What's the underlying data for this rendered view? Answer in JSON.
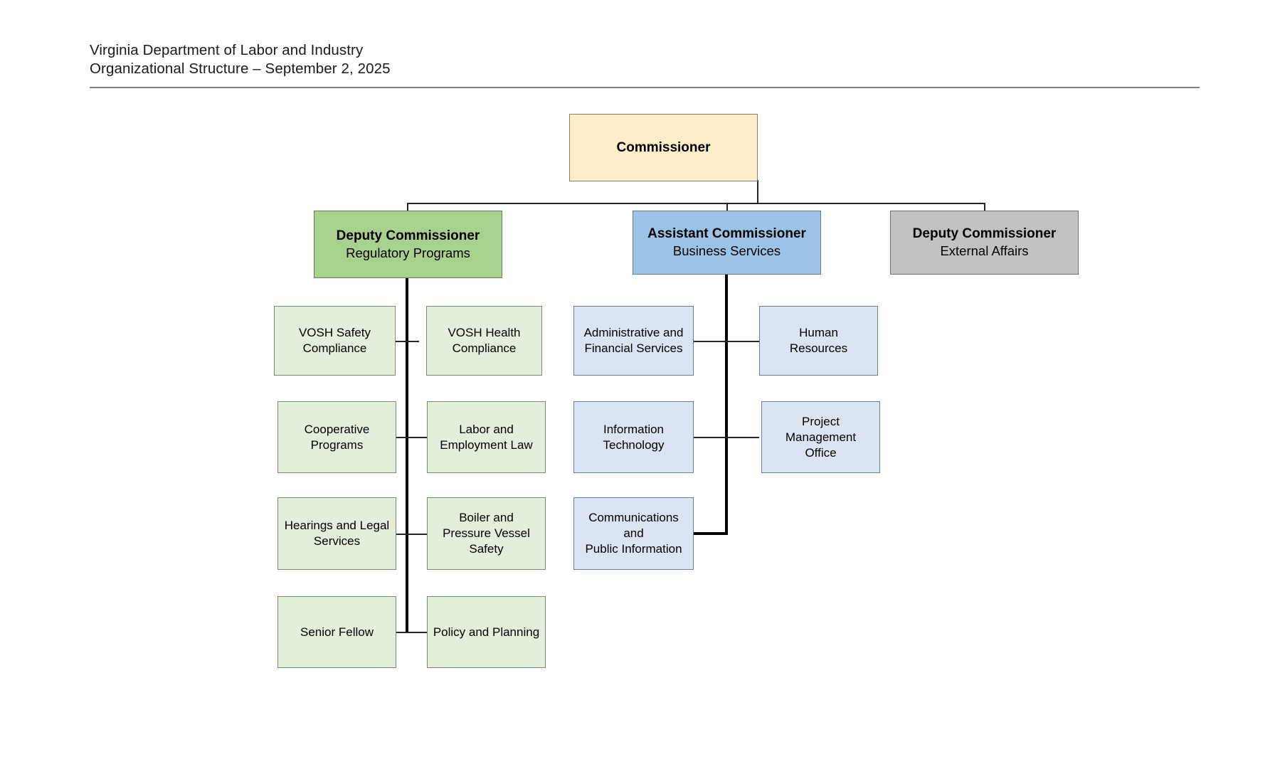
{
  "header": {
    "line1": "Virginia Department of Labor and Industry",
    "line2": "Organizational Structure – September 2, 2025"
  },
  "colors": {
    "commissioner": "#fdedc9",
    "regulatory": "#a9d18e",
    "business": "#9cc3e5",
    "external": "#c2c2c2",
    "regulatory_child": "#e3efda",
    "business_child": "#dae4f2",
    "connector": "#000000",
    "rule": "#808080"
  },
  "chart_data": {
    "type": "diagram",
    "title": "Virginia Department of Labor and Industry Organizational Structure",
    "root": "Commissioner",
    "nodes": [
      {
        "id": "commissioner",
        "title": "Commissioner",
        "subtitle": "",
        "level": 0,
        "color": "#fdedc9"
      },
      {
        "id": "regulatory",
        "title": "Deputy Commissioner",
        "subtitle": "Regulatory Programs",
        "level": 1,
        "color": "#a9d18e",
        "parent": "commissioner"
      },
      {
        "id": "business",
        "title": "Assistant Commissioner",
        "subtitle": "Business Services",
        "level": 1,
        "color": "#9cc3e5",
        "parent": "commissioner"
      },
      {
        "id": "external",
        "title": "Deputy Commissioner",
        "subtitle": "External Affairs",
        "level": 1,
        "color": "#c2c2c2",
        "parent": "commissioner"
      },
      {
        "id": "vosh-safety",
        "title": "VOSH Safety Compliance",
        "level": 2,
        "color": "#e3efda",
        "parent": "regulatory"
      },
      {
        "id": "vosh-health",
        "title": "VOSH Health Compliance",
        "level": 2,
        "color": "#e3efda",
        "parent": "regulatory"
      },
      {
        "id": "cooperative",
        "title": "Cooperative Programs",
        "level": 2,
        "color": "#e3efda",
        "parent": "regulatory"
      },
      {
        "id": "labor-law",
        "title": "Labor and Employment Law",
        "level": 2,
        "color": "#e3efda",
        "parent": "regulatory"
      },
      {
        "id": "hearings",
        "title": "Hearings and Legal Services",
        "level": 2,
        "color": "#e3efda",
        "parent": "regulatory"
      },
      {
        "id": "boiler",
        "title": "Boiler and Pressure Vessel Safety",
        "level": 2,
        "color": "#e3efda",
        "parent": "regulatory"
      },
      {
        "id": "senior-fellow",
        "title": "Senior Fellow",
        "level": 2,
        "color": "#e3efda",
        "parent": "regulatory"
      },
      {
        "id": "policy",
        "title": "Policy and Planning",
        "level": 2,
        "color": "#e3efda",
        "parent": "regulatory"
      },
      {
        "id": "admin-financial",
        "title": "Administrative and Financial Services",
        "level": 2,
        "color": "#dae4f2",
        "parent": "business"
      },
      {
        "id": "human-resources",
        "title": "Human Resources",
        "level": 2,
        "color": "#dae4f2",
        "parent": "business"
      },
      {
        "id": "it",
        "title": "Information Technology",
        "level": 2,
        "color": "#dae4f2",
        "parent": "business"
      },
      {
        "id": "pmo",
        "title": "Project Management Office",
        "level": 2,
        "color": "#dae4f2",
        "parent": "business"
      },
      {
        "id": "communications",
        "title": "Communications and Public Information",
        "level": 2,
        "color": "#dae4f2",
        "parent": "business"
      }
    ]
  },
  "commissioner": {
    "title": "Commissioner"
  },
  "level1": {
    "regulatory": {
      "title": "Deputy Commissioner",
      "subtitle": "Regulatory Programs"
    },
    "business": {
      "title": "Assistant Commissioner",
      "subtitle": "Business Services"
    },
    "external": {
      "title": "Deputy Commissioner",
      "subtitle": "External Affairs"
    }
  },
  "regulatory_children": [
    {
      "line1": "VOSH Safety",
      "line2": "Compliance"
    },
    {
      "line1": "VOSH Health",
      "line2": "Compliance"
    },
    {
      "line1": "Cooperative",
      "line2": "Programs"
    },
    {
      "line1": "Labor and",
      "line2": "Employment Law"
    },
    {
      "line1": "Hearings and Legal",
      "line2": "Services"
    },
    {
      "line1": "Boiler and",
      "line2": "Pressure Vessel",
      "line3": "Safety"
    },
    {
      "line1": "Senior Fellow",
      "line2": ""
    },
    {
      "line1": "Policy and Planning",
      "line2": ""
    }
  ],
  "business_children": [
    {
      "line1": "Administrative and",
      "line2": "Financial Services"
    },
    {
      "line1": "Human",
      "line2": "Resources"
    },
    {
      "line1": "Information",
      "line2": "Technology"
    },
    {
      "line1": "Project",
      "line2": "Management",
      "line3": "Office"
    },
    {
      "line1": "Communications",
      "line2": "and",
      "line3": "Public Information"
    }
  ]
}
